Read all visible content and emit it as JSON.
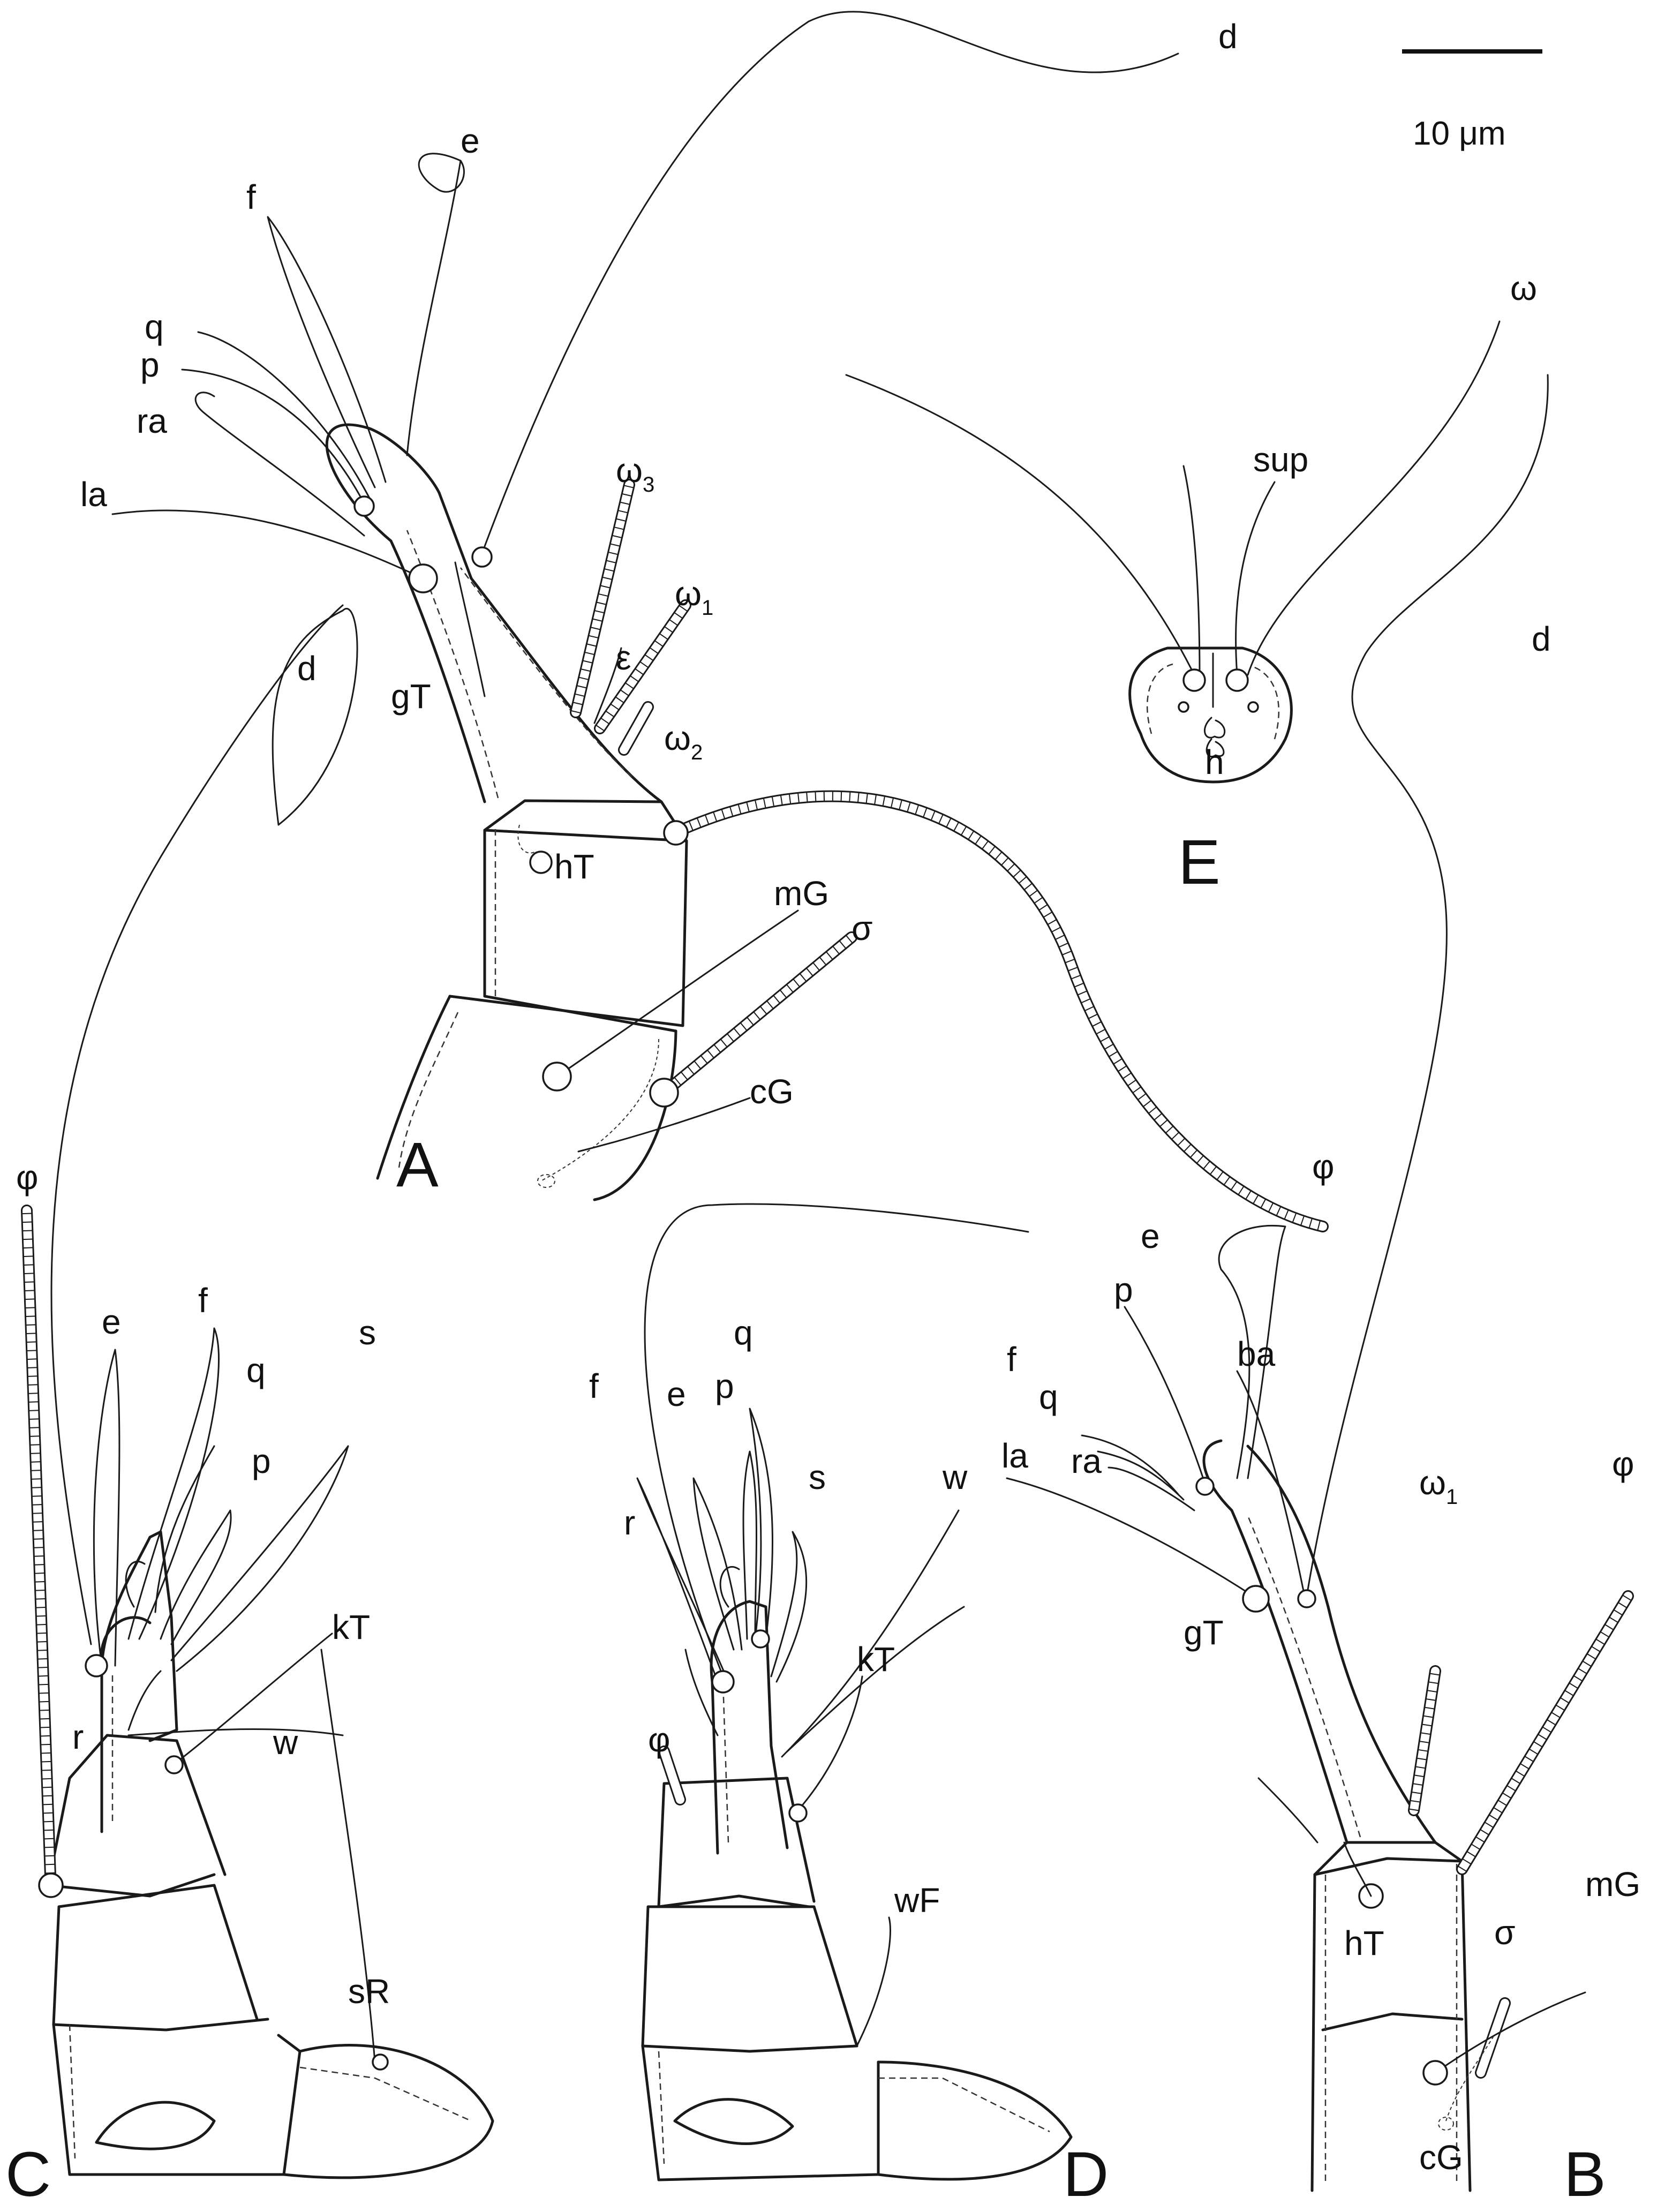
{
  "figure": {
    "scale_bar": {
      "label": "10 μm"
    },
    "panels": [
      {
        "id": "A",
        "label": "A"
      },
      {
        "id": "B",
        "label": "B"
      },
      {
        "id": "C",
        "label": "C"
      },
      {
        "id": "D",
        "label": "D"
      },
      {
        "id": "E",
        "label": "E"
      }
    ],
    "labels": {
      "A": [
        "d",
        "e",
        "f",
        "q",
        "p",
        "ra",
        "la",
        "d",
        "gT",
        "hT",
        "mG",
        "σ",
        "cG",
        "ε",
        "φ"
      ],
      "A_subscripted": [
        {
          "base": "ω",
          "sub": "3"
        },
        {
          "base": "ω",
          "sub": "1"
        },
        {
          "base": "ω",
          "sub": "2"
        }
      ],
      "B": [
        "d",
        "e",
        "p",
        "ba",
        "f",
        "q",
        "ra",
        "la",
        "φ",
        "gT",
        "hT",
        "σ",
        "mG",
        "cG"
      ],
      "B_subscripted": [
        {
          "base": "ω",
          "sub": "1"
        }
      ],
      "C": [
        "φ",
        "e",
        "f",
        "q",
        "s",
        "p",
        "r",
        "w",
        "kT",
        "sR"
      ],
      "D": [
        "q",
        "f",
        "e",
        "p",
        "s",
        "w",
        "r",
        "φ",
        "kT",
        "wF"
      ],
      "E": [
        "ω",
        "sup",
        "h"
      ]
    }
  }
}
